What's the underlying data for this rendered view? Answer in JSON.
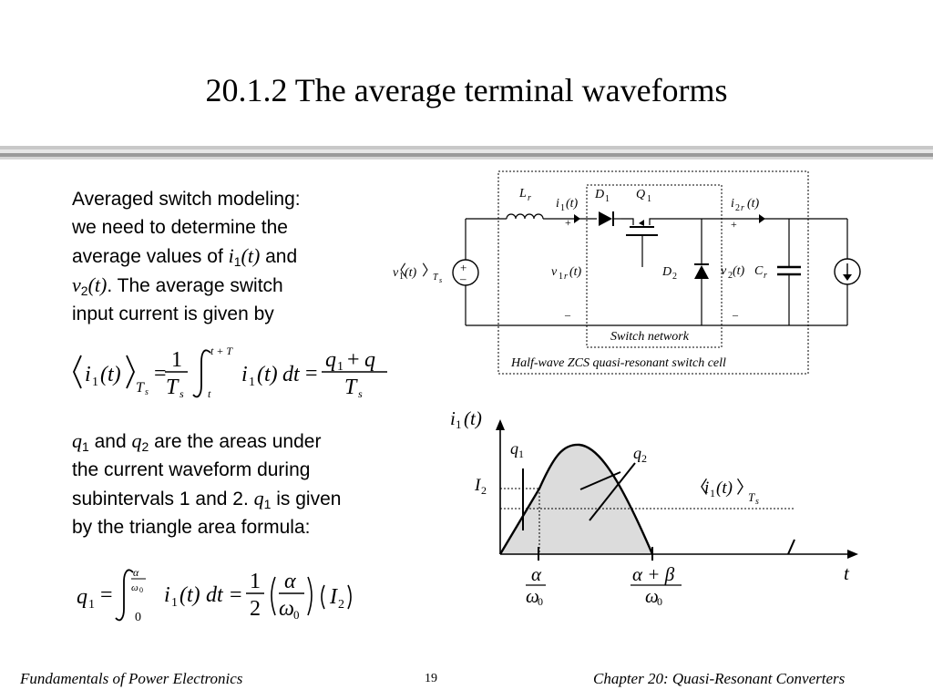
{
  "title": "20.1.2  The average terminal waveforms",
  "body": {
    "p1": {
      "line1": "Averaged switch modeling:",
      "line2": "we need to determine the",
      "line3a": "average values of ",
      "i": "i",
      "sub1": "1",
      "paren_t": "(t)",
      "line3b": " and",
      "v": "v",
      "sub2": "2",
      "line4b": ". The average switch",
      "line5": "input current is given by"
    },
    "p2": {
      "q": "q",
      "sub1": "1",
      "and": " and ",
      "sub2": "2",
      "line1b": " are the areas under",
      "line2": "the current waveform during",
      "line3a": "subintervals 1 and 2. ",
      "line3b": " is given",
      "line4": "by the triangle area formula:"
    }
  },
  "eq1": {
    "lhs_i": "i",
    "sub1": "1",
    "t_paren": "(t)",
    "Ts": "T",
    "s": "s",
    "one": "1",
    "t": "t",
    "t_plus_Ts": "t + T",
    "dt": "dt",
    "q1": "q",
    "plus": "+",
    "eq": "="
  },
  "eq2": {
    "q": "q",
    "sub1": "1",
    "alpha": "α",
    "omega0": "ω",
    "zero": "0",
    "i": "i",
    "t_paren": "(t)",
    "dt": "dt",
    "one": "1",
    "two": "2",
    "I": "I",
    "sub2": "2",
    "eq": "="
  },
  "circuit": {
    "Lr": "L",
    "r": "r",
    "i1t": "i",
    "i2rt": "i",
    "D1": "D",
    "Q1": "Q",
    "D2": "D",
    "v1t_avg": "v",
    "i2t_avg": "i",
    "v1rt": "v",
    "v2t": "v",
    "Cr": "C",
    "plus": "+",
    "minus": "–",
    "one": "1",
    "two": "2",
    "t_paren": "(t)",
    "Ts_sub": "T",
    "s_sub": "s",
    "switch_network": "Switch network",
    "cell_label": "Half-wave ZCS quasi-resonant switch cell"
  },
  "waveform": {
    "y_label_i": "i",
    "sub1": "1",
    "t_paren": "(t)",
    "q": "q",
    "sub2": "2",
    "I2": "I",
    "avg_i": "i",
    "Ts": "T",
    "s": "s",
    "t_axis": "t",
    "alpha": "α",
    "omega": "ω",
    "zero": "0",
    "alpha_plus_beta": "α + β"
  },
  "footer": {
    "left": "Fundamentals of Power Electronics",
    "page": "19",
    "right": "Chapter 20:  Quasi-Resonant Converters"
  },
  "colors": {
    "rule_dark": "#777777",
    "rule_light": "#c8c8c8",
    "fill_q": "#dcdcdc"
  }
}
